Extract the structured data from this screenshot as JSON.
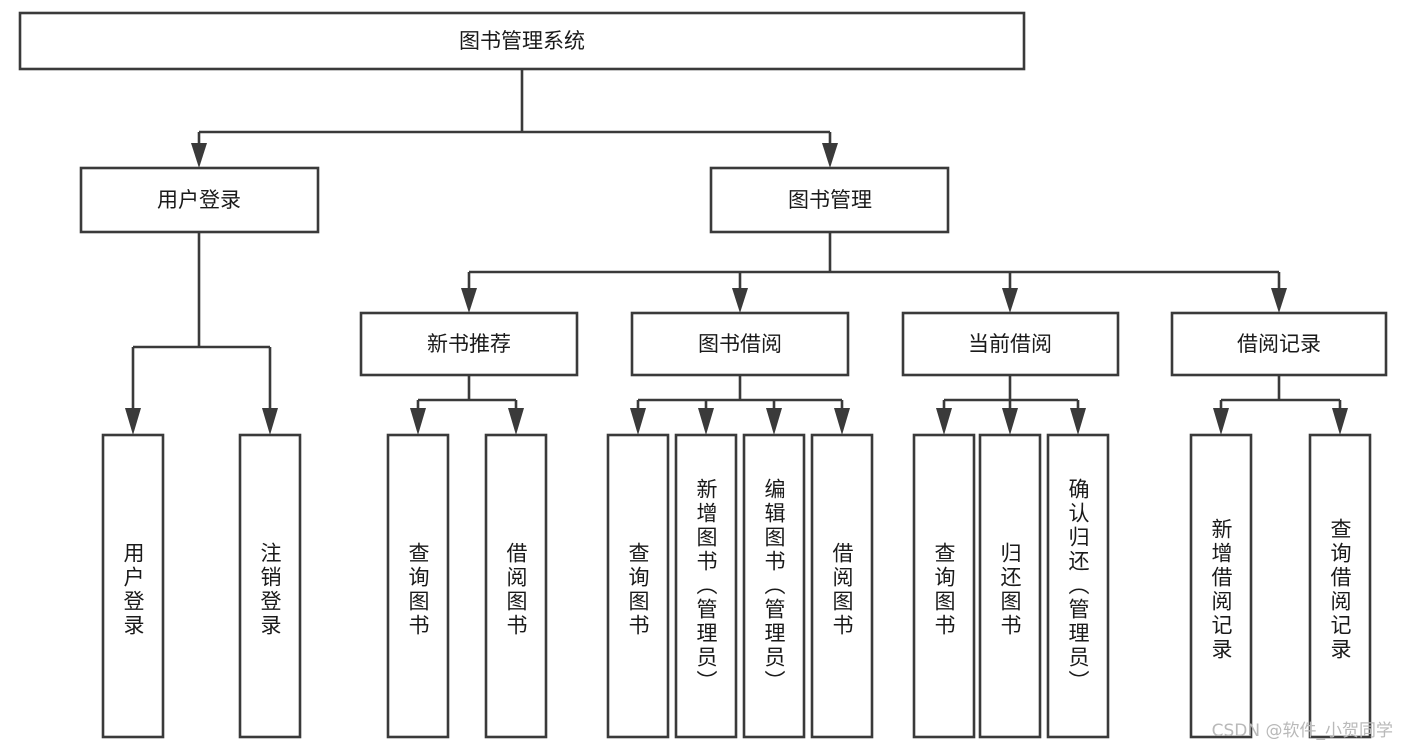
{
  "diagram": {
    "type": "tree",
    "title": "图书管理系统",
    "orientation": "top-down",
    "colors": {
      "box_fill": "#ffffff",
      "box_stroke": "#3a3a3a",
      "text": "#1a1a1a",
      "watermark": "#b9b9b9",
      "background": "#ffffff"
    },
    "root": {
      "label": "图书管理系统"
    },
    "level2": [
      {
        "label": "用户登录"
      },
      {
        "label": "图书管理"
      }
    ],
    "level3": [
      {
        "label": "新书推荐"
      },
      {
        "label": "图书借阅"
      },
      {
        "label": "当前借阅"
      },
      {
        "label": "借阅记录"
      }
    ],
    "leaves": {
      "user_login": [
        {
          "label": "用户登录"
        },
        {
          "label": "注销登录"
        }
      ],
      "new_book_recommend": [
        {
          "label": "查询图书"
        },
        {
          "label": "借阅图书"
        }
      ],
      "book_borrow": [
        {
          "label": "查询图书"
        },
        {
          "label": "新增图书（管理员）"
        },
        {
          "label": "编辑图书（管理员）"
        },
        {
          "label": "借阅图书"
        }
      ],
      "current_borrow": [
        {
          "label": "查询图书"
        },
        {
          "label": "归还图书"
        },
        {
          "label": "确认归还（管理员）"
        }
      ],
      "borrow_record": [
        {
          "label": "新增借阅记录"
        },
        {
          "label": "查询借阅记录"
        }
      ]
    }
  },
  "watermark": {
    "text": "CSDN @软件_小贺同学"
  }
}
